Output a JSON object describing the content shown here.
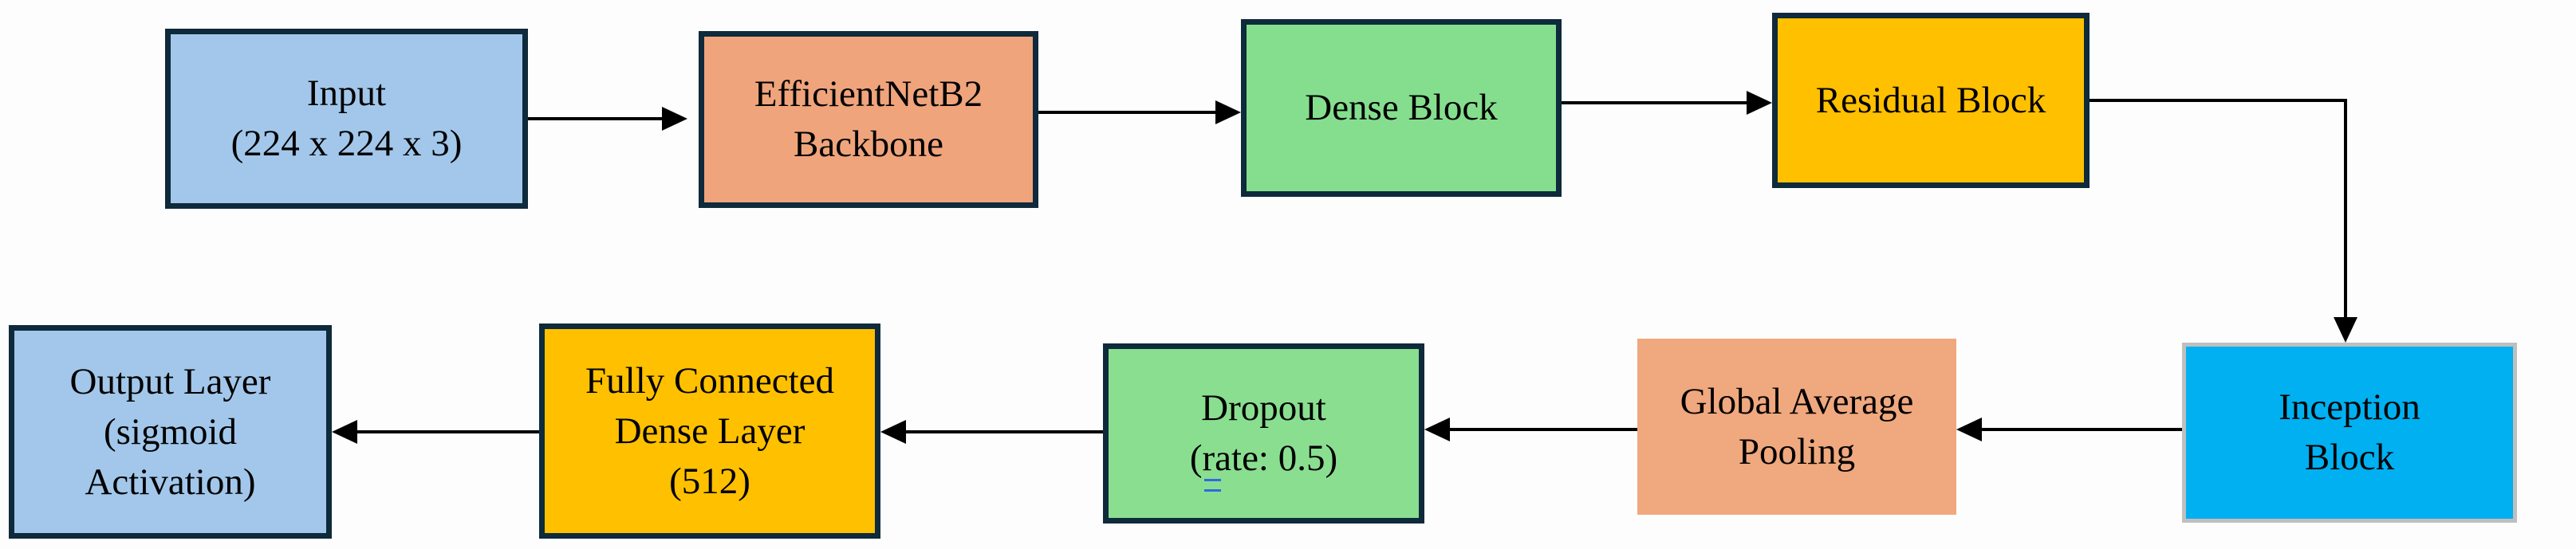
{
  "diagram": {
    "description_nodes_note": "flowchart of model architecture",
    "nodes": [
      {
        "id": "input",
        "lines": [
          "Input",
          "(224 x 224 x 3)"
        ],
        "fill": "#a2c7ea",
        "border_color": "#0e2a3b"
      },
      {
        "id": "efficientnet-backbone",
        "lines": [
          "EfficientNetB2",
          "Backbone"
        ],
        "fill": "#efa47c",
        "border_color": "#0e2a3b"
      },
      {
        "id": "dense-block",
        "lines": [
          "Dense Block"
        ],
        "fill": "#85de8e",
        "border_color": "#0e2a3b"
      },
      {
        "id": "residual-block",
        "lines": [
          "Residual Block"
        ],
        "fill": "#ffc000",
        "border_color": "#0e2a3b"
      },
      {
        "id": "inception-block",
        "lines": [
          "Inception",
          "Block"
        ],
        "fill": "#00b0f0",
        "border_color": "#bfbfbf"
      },
      {
        "id": "global-average-pooling",
        "lines": [
          "Global Average",
          "Pooling"
        ],
        "fill": "#f0a87e",
        "border_color": null
      },
      {
        "id": "dropout",
        "lines": [
          "Dropout",
          "(rate: 0.5)"
        ],
        "fill": "#8ade90",
        "border_color": "#0e2a3b"
      },
      {
        "id": "fully-connected-dense",
        "lines": [
          "Fully Connected",
          "Dense Layer",
          "(512)"
        ],
        "fill": "#ffc000",
        "border_color": "#0e2a3b"
      },
      {
        "id": "output-layer",
        "lines": [
          "Output Layer",
          "(sigmoid",
          "Activation)"
        ],
        "fill": "#a2c7ea",
        "border_color": "#0e2a3b"
      }
    ],
    "edges": [
      {
        "from": "input",
        "to": "efficientnet-backbone"
      },
      {
        "from": "efficientnet-backbone",
        "to": "dense-block"
      },
      {
        "from": "dense-block",
        "to": "residual-block"
      },
      {
        "from": "residual-block",
        "to": "inception-block"
      },
      {
        "from": "inception-block",
        "to": "global-average-pooling"
      },
      {
        "from": "global-average-pooling",
        "to": "dropout"
      },
      {
        "from": "dropout",
        "to": "fully-connected-dense"
      },
      {
        "from": "fully-connected-dense",
        "to": "output-layer"
      }
    ],
    "colors": {
      "arrow": "#000000",
      "background": "#fdfdfd",
      "grammar_underline": "#2f6ae0"
    }
  }
}
